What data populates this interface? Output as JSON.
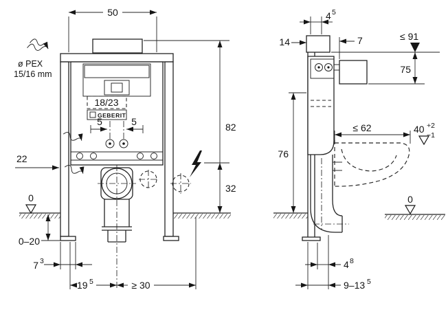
{
  "front": {
    "dim_width_top": "50",
    "pex_label_1": "ø PEX",
    "pex_label_2": "15/16 mm",
    "actuator_size": "18/23",
    "brand": "GEBERIT",
    "dim_pipe_left": "5",
    "dim_pipe_right": "5",
    "dim_height": "82",
    "dim_outlet_height": "32",
    "dim_supply_height": "22",
    "level_zero": "0",
    "dim_foot_adjust": "0–20",
    "dim_foot_w_main": "7",
    "dim_foot_w_sup": "3",
    "dim_offset_main": "19",
    "dim_offset_sup": "5",
    "dim_clearance": "≥ 30"
  },
  "side": {
    "dim_plate_main": "4",
    "dim_plate_sup": "5",
    "dim_depth_top": "14",
    "dim_wall_gap": "7",
    "dim_max_height": "≤ 91",
    "dim_plate_height": "75",
    "dim_bowl_depth": "≤ 62",
    "dim_seat_main": "40",
    "dim_seat_tol_plus": "+2",
    "dim_seat_tol_minus": "−1",
    "dim_frame_height": "76",
    "level_zero": "0",
    "dim_outlet_main": "4",
    "dim_outlet_sup": "8",
    "dim_outlet_range_main": "9–13",
    "dim_outlet_range_sup": "5"
  }
}
